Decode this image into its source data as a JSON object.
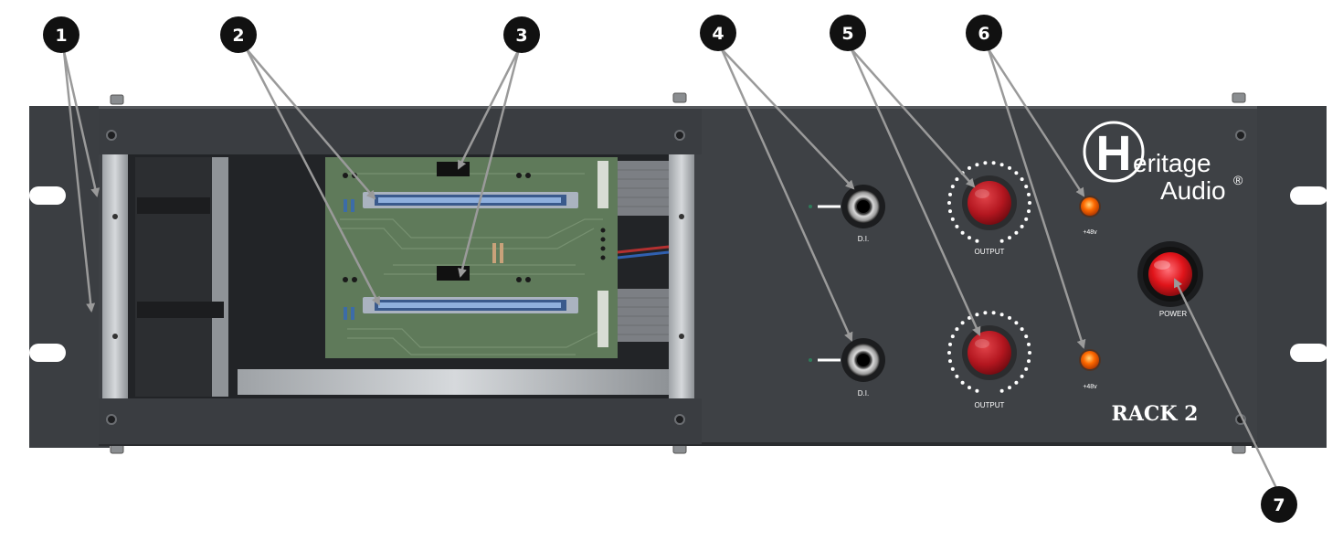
{
  "brand": {
    "logo_letter": "H",
    "name_line1": "eritage",
    "name_line2": "Audio",
    "registered_mark": "®"
  },
  "model_label": "RACK 2",
  "channels": [
    {
      "di_label": "D.I.",
      "output_label": "OUTPUT",
      "phantom_label": "+48v"
    },
    {
      "di_label": "D.I.",
      "output_label": "OUTPUT",
      "phantom_label": "+48v"
    }
  ],
  "power_label": "POWER",
  "callouts": [
    "1",
    "2",
    "3",
    "4",
    "5",
    "6",
    "7"
  ],
  "colors": {
    "panel": "#3e4145",
    "panel_dark": "#2e3134",
    "knob_red": "#b3161f",
    "led_orange": "#ff6a00",
    "power_red": "#e0141a",
    "pcb_green": "#5f7a5a",
    "connector_blue": "#3a5a8c",
    "callout_black": "#111111"
  }
}
